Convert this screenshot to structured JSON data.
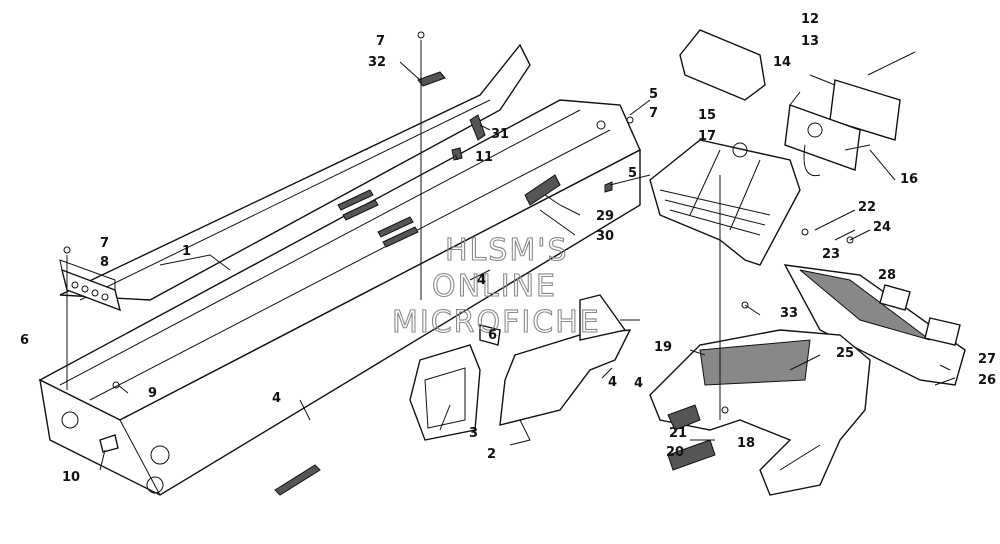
{
  "diagram": {
    "watermark": [
      "HLSM'S",
      "ONLINE",
      "MICROFICHE"
    ],
    "callouts": [
      "1",
      "2",
      "3",
      "4",
      "4",
      "4",
      "4",
      "5",
      "5",
      "6",
      "6",
      "7",
      "7",
      "7",
      "8",
      "9",
      "10",
      "11",
      "12",
      "13",
      "14",
      "15",
      "16",
      "17",
      "18",
      "19",
      "20",
      "21",
      "22",
      "23",
      "24",
      "25",
      "26",
      "27",
      "28",
      "29",
      "30",
      "31",
      "32",
      "33"
    ]
  }
}
